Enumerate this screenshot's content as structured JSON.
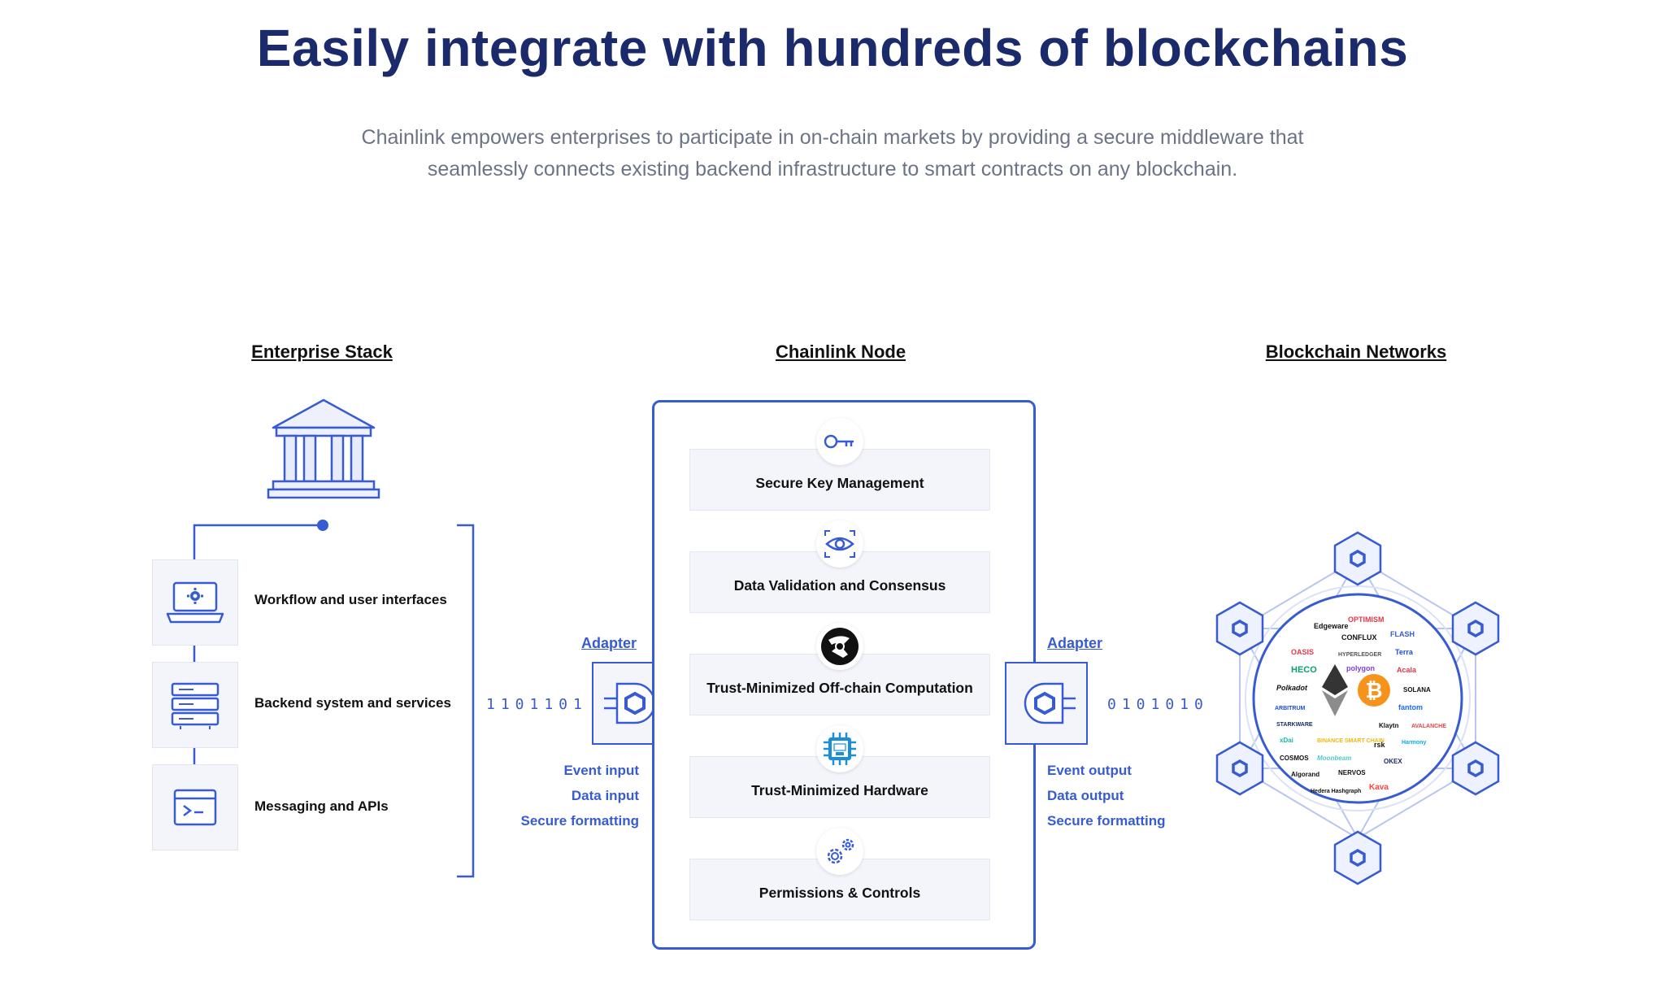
{
  "header": {
    "title": "Easily integrate with hundreds of blockchains",
    "subtitle_line1": "Chainlink empowers enterprises to participate in on-chain markets by providing a secure middleware that",
    "subtitle_line2": "seamlessly connects existing backend infrastructure to smart contracts on any blockchain."
  },
  "columns": {
    "enterprise": "Enterprise Stack",
    "node": "Chainlink Node",
    "networks": "Blockchain Networks"
  },
  "enterprise_stack": {
    "items": [
      {
        "label": "Workflow and user interfaces",
        "icon": "laptop-gear-icon"
      },
      {
        "label": "Backend system and services",
        "icon": "server-icon"
      },
      {
        "label": "Messaging and APIs",
        "icon": "terminal-icon"
      }
    ]
  },
  "chainlink_node": {
    "items": [
      {
        "label": "Secure Key Management",
        "icon": "key-icon"
      },
      {
        "label": "Data Validation and Consensus",
        "icon": "eye-icon"
      },
      {
        "label": "Trust-Minimized Off-chain Computation",
        "icon": "arbitrum-computation-icon"
      },
      {
        "label": "Trust-Minimized Hardware",
        "icon": "sgx-chip-icon"
      },
      {
        "label": "Permissions & Controls",
        "icon": "gears-icon"
      }
    ]
  },
  "adapters": {
    "input": {
      "title": "Adapter",
      "bits": "1101101",
      "lines": [
        "Event input",
        "Data input",
        "Secure formatting"
      ]
    },
    "output": {
      "title": "Adapter",
      "bits": "0101010",
      "lines": [
        "Event output",
        "Data output",
        "Secure formatting"
      ]
    }
  },
  "networks": {
    "logos": [
      "Edgeware",
      "OPTIMISM",
      "CONFLUX",
      "FLASH",
      "OASIS",
      "HYPERLEDGER",
      "Terra",
      "HECO",
      "polygon",
      "Acala",
      "Polkadot",
      "SOLANA",
      "ARBITRUM",
      "fantom",
      "STARKWARE",
      "Klaytn",
      "AVALANCHE",
      "xDai",
      "BINANCE SMART CHAIN",
      "rsk",
      "Harmony",
      "COSMOS",
      "Moonbeam",
      "OKEX",
      "Algorand",
      "NERVOS",
      "Hedera Hashgraph",
      "Kava"
    ]
  },
  "colors": {
    "primary": "#375bd2",
    "title": "#1b2a6b",
    "subtitle": "#6b7486",
    "box_bg": "#f3f5fb"
  }
}
